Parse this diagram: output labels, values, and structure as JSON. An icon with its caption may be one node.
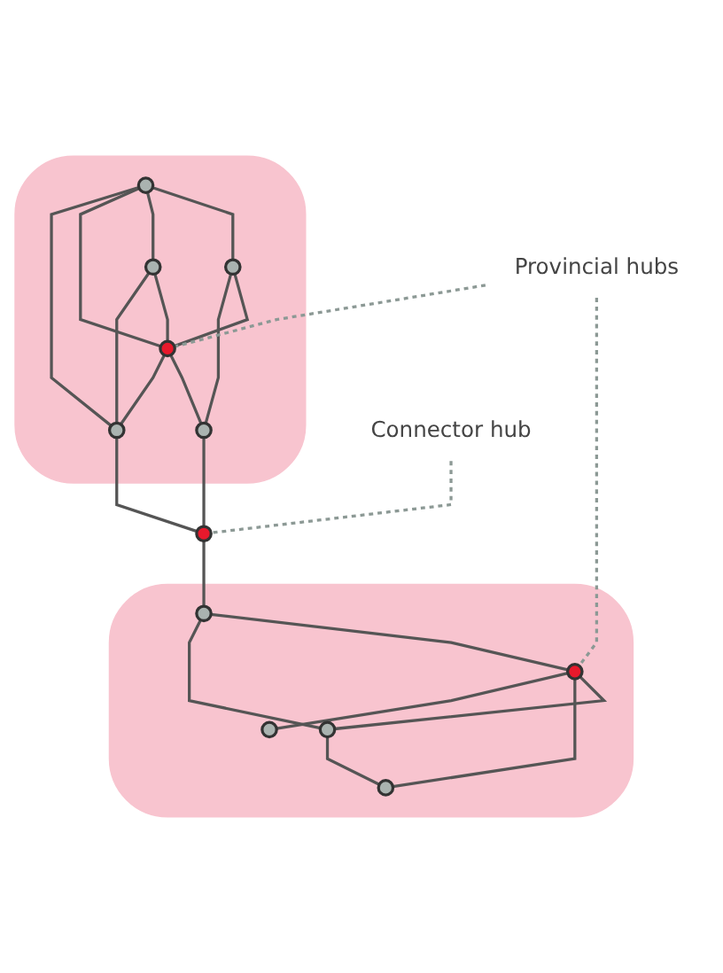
{
  "diagram": {
    "nodes": [
      {
        "text": [],
        "shape": "cloud"
      },
      {
        "text": [],
        "shape": "circle",
        "in": 0
      },
      {
        "text": [],
        "shape": "circle",
        "in": 0
      },
      {
        "text": [],
        "shape": "circle",
        "in": 0
      },
      {
        "text": [],
        "shape": "circle",
        "in": 0
      },
      {
        "text": [],
        "shape": "circle",
        "in": 0
      },
      {
        "text": [],
        "shape": "circle",
        "in": 0
      },
      {
        "text": [
          "Connector hub"
        ]
      },
      {
        "text": [],
        "shape": "circle"
      },
      {
        "text": [
          "Provincial hubs"
        ]
      },
      {
        "text": [],
        "shape": "cloud"
      },
      {
        "text": [],
        "shape": "circle",
        "in": 10
      },
      {
        "text": [],
        "shape": "circle",
        "in": 10
      },
      {
        "text": [],
        "shape": "circle",
        "in": 10
      },
      {
        "text": [],
        "shape": "circle",
        "in": 10
      },
      {
        "text": [],
        "shape": "circle",
        "in": 10
      }
    ],
    "edges": [
      {
        "from": 1,
        "to": 2,
        "arrow": "none"
      },
      {
        "from": 1,
        "to": 3,
        "arrow": "none"
      },
      {
        "from": 1,
        "to": 4,
        "arrow": "none"
      },
      {
        "from": 1,
        "to": 6,
        "arrow": "none"
      },
      {
        "from": 2,
        "to": 4,
        "arrow": "none"
      },
      {
        "from": 2,
        "to": 5,
        "arrow": "none"
      },
      {
        "from": 3,
        "to": 4,
        "arrow": "none"
      },
      {
        "from": 3,
        "to": 6,
        "arrow": "none"
      },
      {
        "from": 4,
        "to": 5,
        "arrow": "none"
      },
      {
        "from": 4,
        "to": 6,
        "arrow": "none"
      },
      {
        "from": 5,
        "to": 8,
        "arrow": "none"
      },
      {
        "from": 6,
        "to": 8,
        "arrow": "none"
      },
      {
        "from": 7,
        "to": 8,
        "arrow": "none",
        "style": "dashed",
        "color": "#8c9995"
      },
      {
        "from": 9,
        "to": 4,
        "arrow": "none",
        "style": "dashed",
        "color": "#8c9995"
      },
      {
        "from": 9,
        "to": 12,
        "arrow": "none",
        "style": "dashed",
        "color": "#8c9995"
      },
      {
        "from": 8,
        "to": 11,
        "arrow": "none"
      },
      {
        "from": 11,
        "to": 12,
        "arrow": "none"
      },
      {
        "from": 11,
        "to": 13,
        "arrow": "none"
      },
      {
        "from": 12,
        "to": 13,
        "arrow": "none"
      },
      {
        "from": 12,
        "to": 14,
        "arrow": "none"
      },
      {
        "from": 12,
        "to": 15,
        "arrow": "none"
      },
      {
        "from": 13,
        "to": 14,
        "arrow": "none"
      }
    ]
  }
}
